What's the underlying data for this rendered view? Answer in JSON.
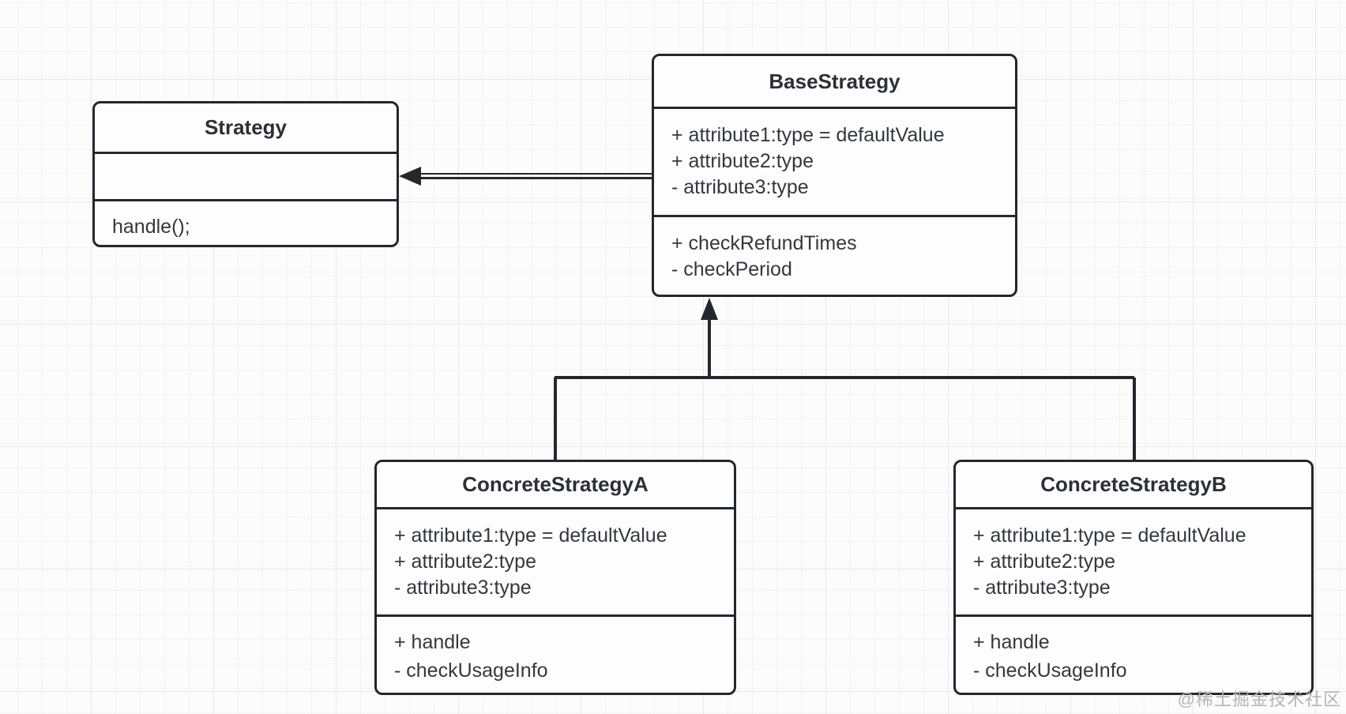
{
  "watermark": "@稀土掘金技术社区",
  "colors": {
    "stroke": "#23272e",
    "text": "#34383e",
    "background": "#fcfcfd",
    "grid_minor": "#f1f3f3",
    "grid_major": "#e7eaea",
    "watermark_color": "#b7b4b2"
  },
  "classes": [
    {
      "name": "Strategy",
      "attributes": [],
      "methods": [
        "handle();"
      ]
    },
    {
      "name": "BaseStrategy",
      "attributes": [
        "+ attribute1:type = defaultValue",
        "+ attribute2:type",
        "- attribute3:type"
      ],
      "methods": [
        "+ checkRefundTimes",
        "- checkPeriod"
      ]
    },
    {
      "name": "ConcreteStrategyA",
      "attributes": [
        "+ attribute1:type = defaultValue",
        "+ attribute2:type",
        "- attribute3:type"
      ],
      "methods": [
        "+ handle",
        "- checkUsageInfo"
      ]
    },
    {
      "name": "ConcreteStrategyB",
      "attributes": [
        "+ attribute1:type = defaultValue",
        "+ attribute2:type",
        "- attribute3:type"
      ],
      "methods": [
        "+ handle",
        "- checkUsageInfo"
      ]
    }
  ],
  "relationships": [
    {
      "type": "association",
      "from": "BaseStrategy",
      "to": "Strategy"
    },
    {
      "type": "inheritance",
      "from": "ConcreteStrategyA",
      "to": "BaseStrategy"
    },
    {
      "type": "inheritance",
      "from": "ConcreteStrategyB",
      "to": "BaseStrategy"
    }
  ]
}
